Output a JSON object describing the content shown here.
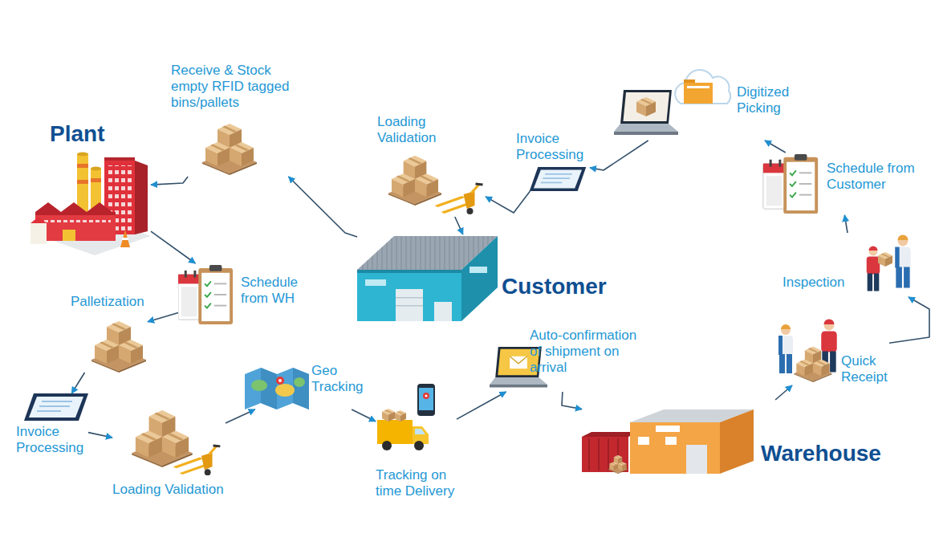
{
  "diagram": {
    "nodes": [
      {
        "text": [
          "Plant"
        ]
      },
      {
        "text": [
          "Receive & Stock empty RFID tagged bins/pallets"
        ]
      },
      {
        "text": [
          "Loading Validation"
        ]
      },
      {
        "text": [
          "Invoice Processing"
        ]
      },
      {
        "text": [
          "Digitized Picking"
        ]
      },
      {
        "text": [
          "Schedule from Customer"
        ]
      },
      {
        "text": [
          "Customer"
        ]
      },
      {
        "text": [
          "Schedule from WH"
        ]
      },
      {
        "text": [
          "Palletization"
        ]
      },
      {
        "text": [
          "Inspection"
        ]
      },
      {
        "text": [
          "Invoice Processing"
        ]
      },
      {
        "text": [
          "Geo Tracking"
        ]
      },
      {
        "text": [
          "Auto-confirmation of shipment on arrival"
        ]
      },
      {
        "text": [
          "Quick Receipt"
        ]
      },
      {
        "text": [
          "Loading Validation"
        ]
      },
      {
        "text": [
          "Tracking on time Delivery"
        ]
      },
      {
        "text": [
          "Warehouse"
        ]
      }
    ],
    "edges": [
      {
        "from": 0,
        "to": 7,
        "arrow": "to"
      },
      {
        "from": 7,
        "to": 8,
        "arrow": "to"
      },
      {
        "from": 8,
        "to": 10,
        "arrow": "to"
      },
      {
        "from": 10,
        "to": 14,
        "arrow": "to"
      },
      {
        "from": 14,
        "to": 11,
        "arrow": "to"
      },
      {
        "from": 11,
        "to": 15,
        "arrow": "to"
      },
      {
        "from": 15,
        "to": 12,
        "arrow": "to"
      },
      {
        "from": 12,
        "to": 16,
        "arrow": "to"
      },
      {
        "from": 16,
        "to": 13,
        "arrow": "to"
      },
      {
        "from": 13,
        "to": 9,
        "arrow": "to"
      },
      {
        "from": 9,
        "to": 5,
        "arrow": "to"
      },
      {
        "from": 5,
        "to": 4,
        "arrow": "to"
      },
      {
        "from": 4,
        "to": 3,
        "arrow": "to"
      },
      {
        "from": 3,
        "to": 2,
        "arrow": "to"
      },
      {
        "from": 2,
        "to": 6,
        "arrow": "to"
      },
      {
        "from": 6,
        "to": 1,
        "arrow": "to"
      },
      {
        "from": 1,
        "to": 0,
        "arrow": "to"
      }
    ]
  }
}
